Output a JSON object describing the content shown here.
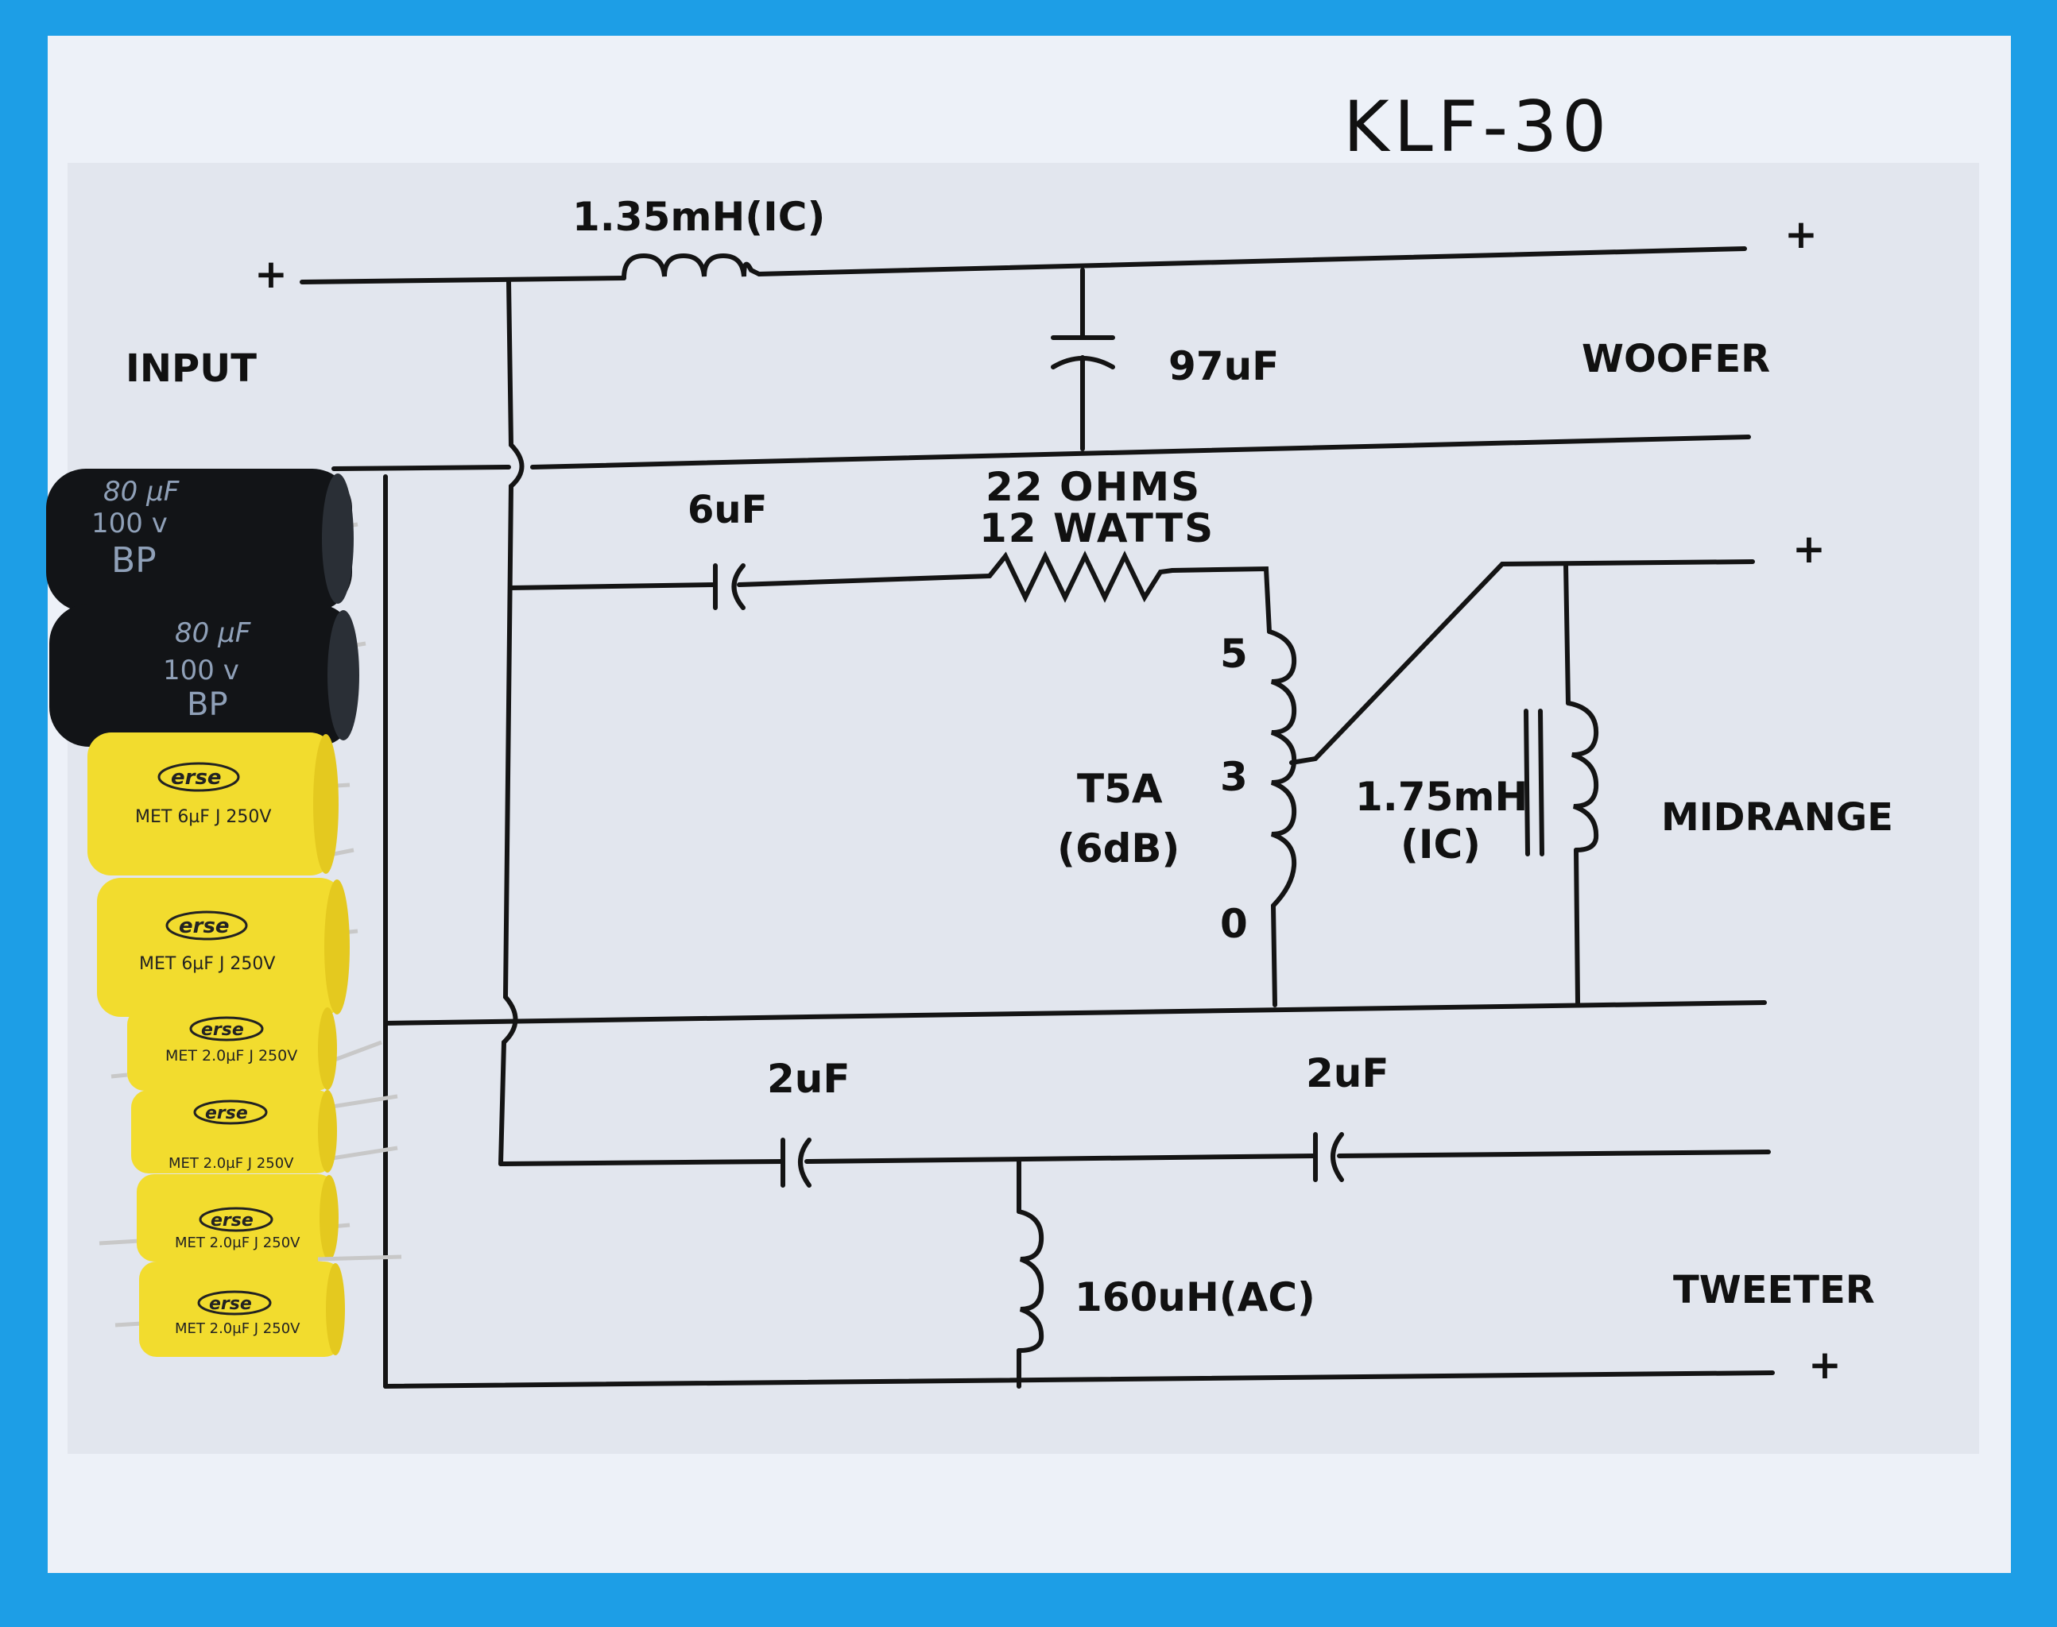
{
  "handwritten_title": "KLF-30",
  "schematic": {
    "input_label": "INPUT",
    "input_plus": "+",
    "woofer_label": "WOOFER",
    "woofer_plus": "+",
    "midrange_label": "MIDRANGE",
    "midrange_plus": "+",
    "tweeter_label": "TWEETER",
    "tweeter_plus": "+",
    "components": {
      "woofer_inductor": "1.35mH(IC)",
      "woofer_cap": "97uF",
      "mid_cap": "6uF",
      "resistor_line1": "22 OHMS",
      "resistor_line2": "12 WATTS",
      "transformer_line1": "T5A",
      "transformer_line2": "(6dB)",
      "tap_5": "5",
      "tap_3": "3",
      "tap_0": "0",
      "mid_inductor_line1": "1.75mH",
      "mid_inductor_line2": "(IC)",
      "tweeter_cap_1": "2uF",
      "tweeter_cap_2": "2uF",
      "tweeter_inductor": "160uH(AC)"
    }
  },
  "capacitors": [
    {
      "type": "electrolytic",
      "text_value": "80 µF",
      "text_voltage": "100 v",
      "text_type": "BP",
      "color": "#121417"
    },
    {
      "type": "electrolytic",
      "text_value": "80 µF",
      "text_voltage": "100 v",
      "text_type": "BP",
      "color": "#121417"
    },
    {
      "type": "film",
      "brand": "erse",
      "marking": "MET 6µF J 250V",
      "color": "#f2dc2e"
    },
    {
      "type": "film",
      "brand": "erse",
      "marking": "MET 6µF J 250V",
      "color": "#f2dc2e"
    },
    {
      "type": "film",
      "brand": "erse",
      "marking": "MET 2.0µF J 250V",
      "color": "#f2dc2e"
    },
    {
      "type": "film",
      "brand": "erse",
      "marking": "MET 2.0µF J 250V",
      "color": "#f2dc2e"
    },
    {
      "type": "film",
      "brand": "erse",
      "marking": "MET 2.0µF J 250V",
      "color": "#f2dc2e"
    },
    {
      "type": "film",
      "brand": "erse",
      "marking": "MET 2.0µF J 250V",
      "color": "#f2dc2e"
    }
  ],
  "colors": {
    "background": "#1d9ee6",
    "paper": "#edf1f8",
    "schematic_area": "#e2e6ee",
    "ink": "#141414",
    "capacitor_yellow": "#f2dc2e",
    "capacitor_black": "#121417"
  }
}
